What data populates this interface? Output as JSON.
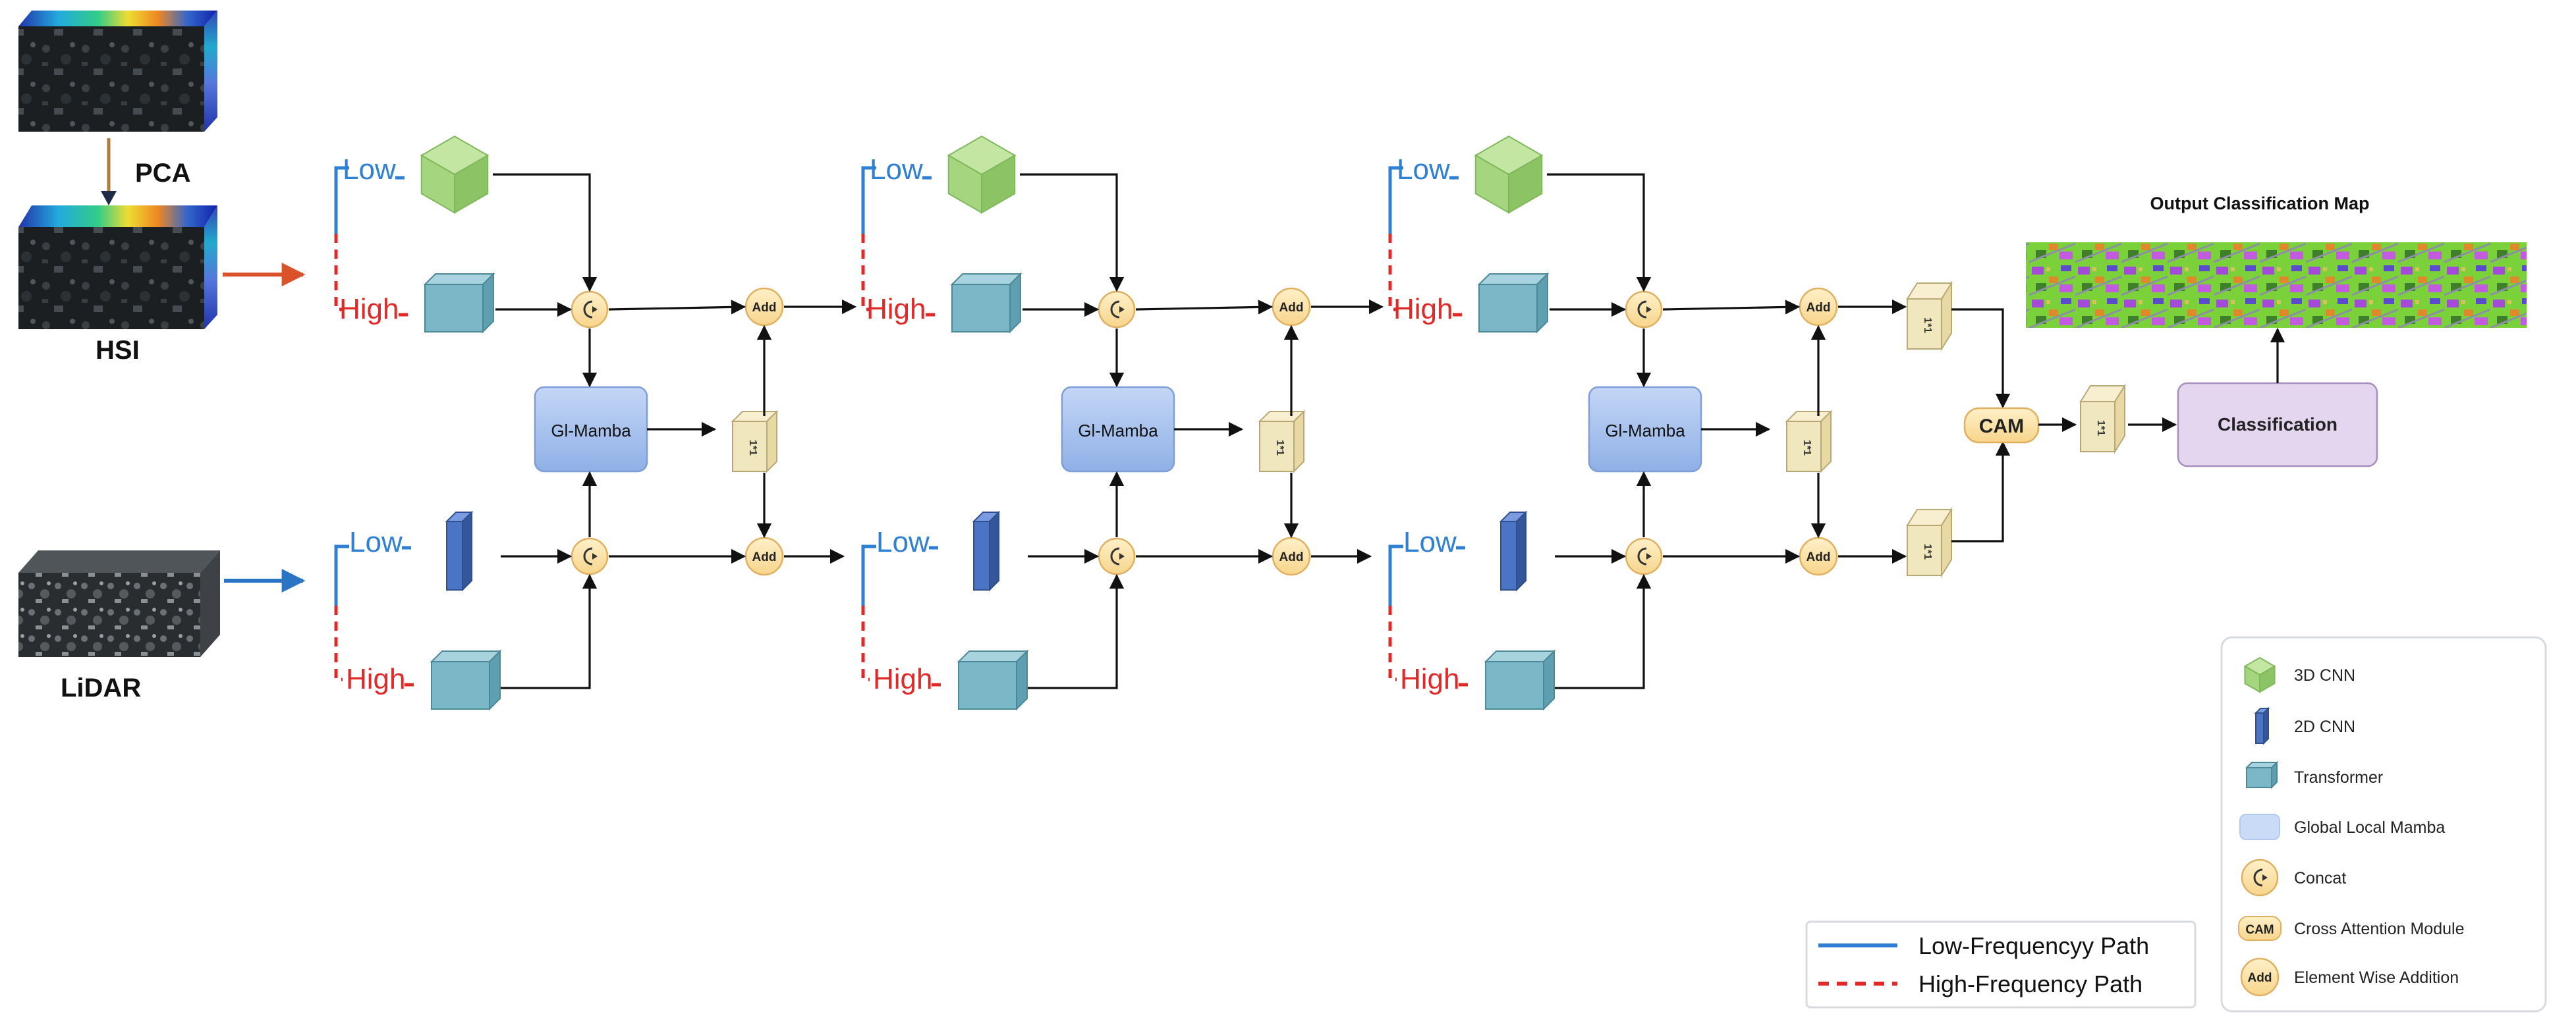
{
  "inputs": {
    "pca": "PCA",
    "hsi": "HSI",
    "lidar": "LiDAR"
  },
  "stage_labels": {
    "low": "Low",
    "high": "High"
  },
  "modules": {
    "gl_mamba": "Gl-Mamba",
    "add": "Add",
    "cam": "CAM",
    "conv": "1*1",
    "classification": "Classification"
  },
  "output": {
    "title": "Output Classification  Map"
  },
  "legend": {
    "items": [
      {
        "icon": "3d-cnn-icon",
        "label": "3D CNN"
      },
      {
        "icon": "2d-cnn-icon",
        "label": "2D CNN"
      },
      {
        "icon": "transformer-icon",
        "label": "Transformer"
      },
      {
        "icon": "gl-mamba-icon",
        "label": "Global Local Mamba"
      },
      {
        "icon": "concat-icon",
        "label": "Concat"
      },
      {
        "icon": "cam-icon",
        "label": "Cross Attention Module"
      },
      {
        "icon": "add-icon",
        "label": "Element Wise Addition"
      }
    ],
    "paths": [
      {
        "label": "Low-Frequencyy Path",
        "color": "#2f7fd2"
      },
      {
        "label": "High-Frequency Path",
        "color": "#e02a2a"
      }
    ]
  },
  "colors": {
    "low": "#2f7fd2",
    "high": "#e02a2a",
    "cnn3d": "#9fd27a",
    "cnn2d": "#4a74c4",
    "transformer": "#7ab8c8",
    "mamba": "#a9c3ee",
    "node": "#fbe3a8",
    "conv": "#f1e7bf",
    "classification": "#e5d6ef"
  }
}
